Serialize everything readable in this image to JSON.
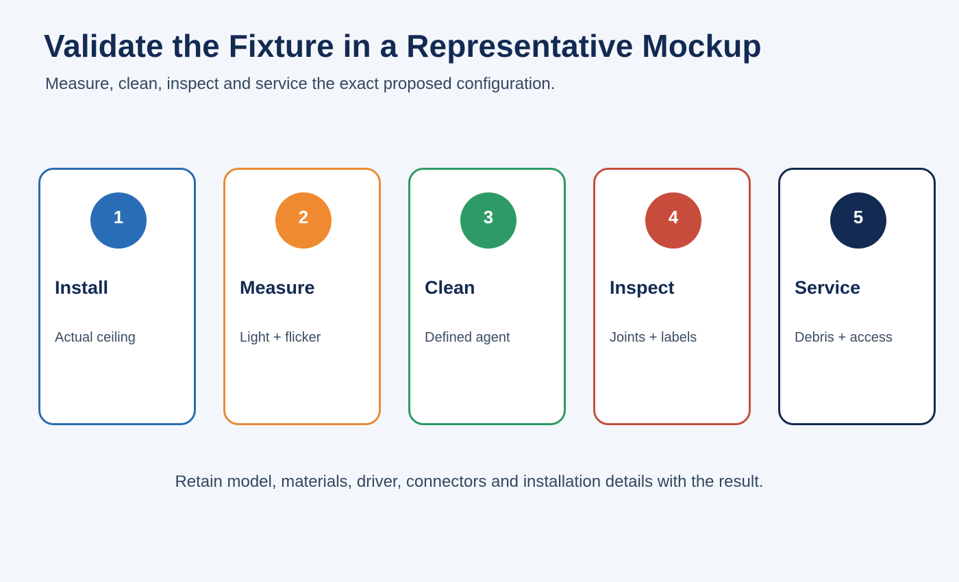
{
  "header": {
    "title": "Validate the Fixture in a Representative Mockup",
    "subtitle": "Measure, clean, inspect and service the exact proposed configuration."
  },
  "steps": [
    {
      "number": "1",
      "title": "Install",
      "description": "Actual ceiling",
      "color": "#2b6cb0",
      "badge_color": "#2a6db7"
    },
    {
      "number": "2",
      "title": "Measure",
      "description": "Light + flicker",
      "color": "#ea8a34",
      "badge_color": "#f08a30"
    },
    {
      "number": "3",
      "title": "Clean",
      "description": "Defined agent",
      "color": "#2e9966",
      "badge_color": "#2e9b66"
    },
    {
      "number": "4",
      "title": "Inspect",
      "description": "Joints + labels",
      "color": "#c44e40",
      "badge_color": "#c84c3c"
    },
    {
      "number": "5",
      "title": "Service",
      "description": "Debris + access",
      "color": "#142a50",
      "badge_color": "#132a52"
    }
  ],
  "footer": {
    "note": "Retain model, materials, driver, connectors and installation details with the result."
  }
}
